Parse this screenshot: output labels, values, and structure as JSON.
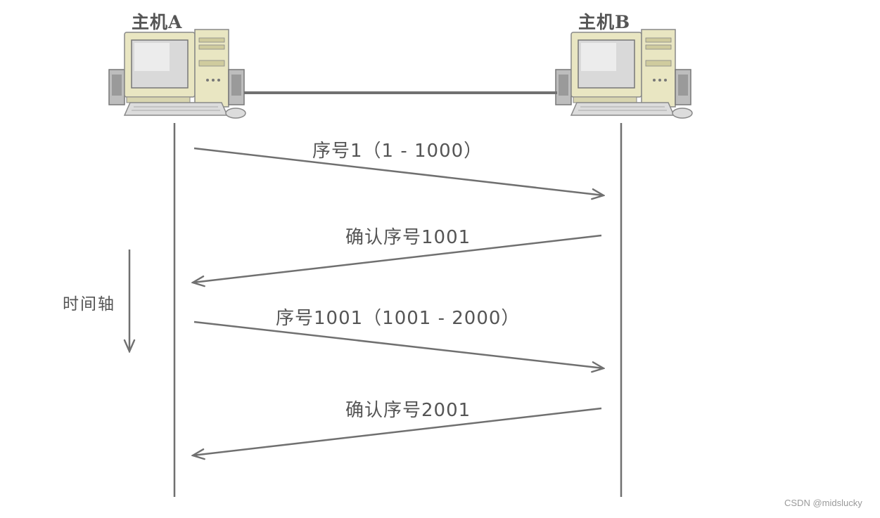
{
  "hosts": {
    "a": {
      "label": "主机A"
    },
    "b": {
      "label": "主机B"
    }
  },
  "messages": [
    {
      "label": "序号1（1 - 1000）",
      "direction": "A-to-B"
    },
    {
      "label": "确认序号1001",
      "direction": "B-to-A"
    },
    {
      "label": "序号1001（1001 - 2000）",
      "direction": "A-to-B"
    },
    {
      "label": "确认序号2001",
      "direction": "B-to-A"
    }
  ],
  "time_axis": {
    "label": "时间轴"
  },
  "watermark": "CSDN @midslucky",
  "colors": {
    "line": "#707070",
    "text": "#555555",
    "monitor_frame": "#e9e6c2",
    "monitor_screen": "#d9d9d9",
    "tower": "#e9e6c2",
    "speaker": "#bdbdbd",
    "keyboard": "#dcdcdc"
  }
}
